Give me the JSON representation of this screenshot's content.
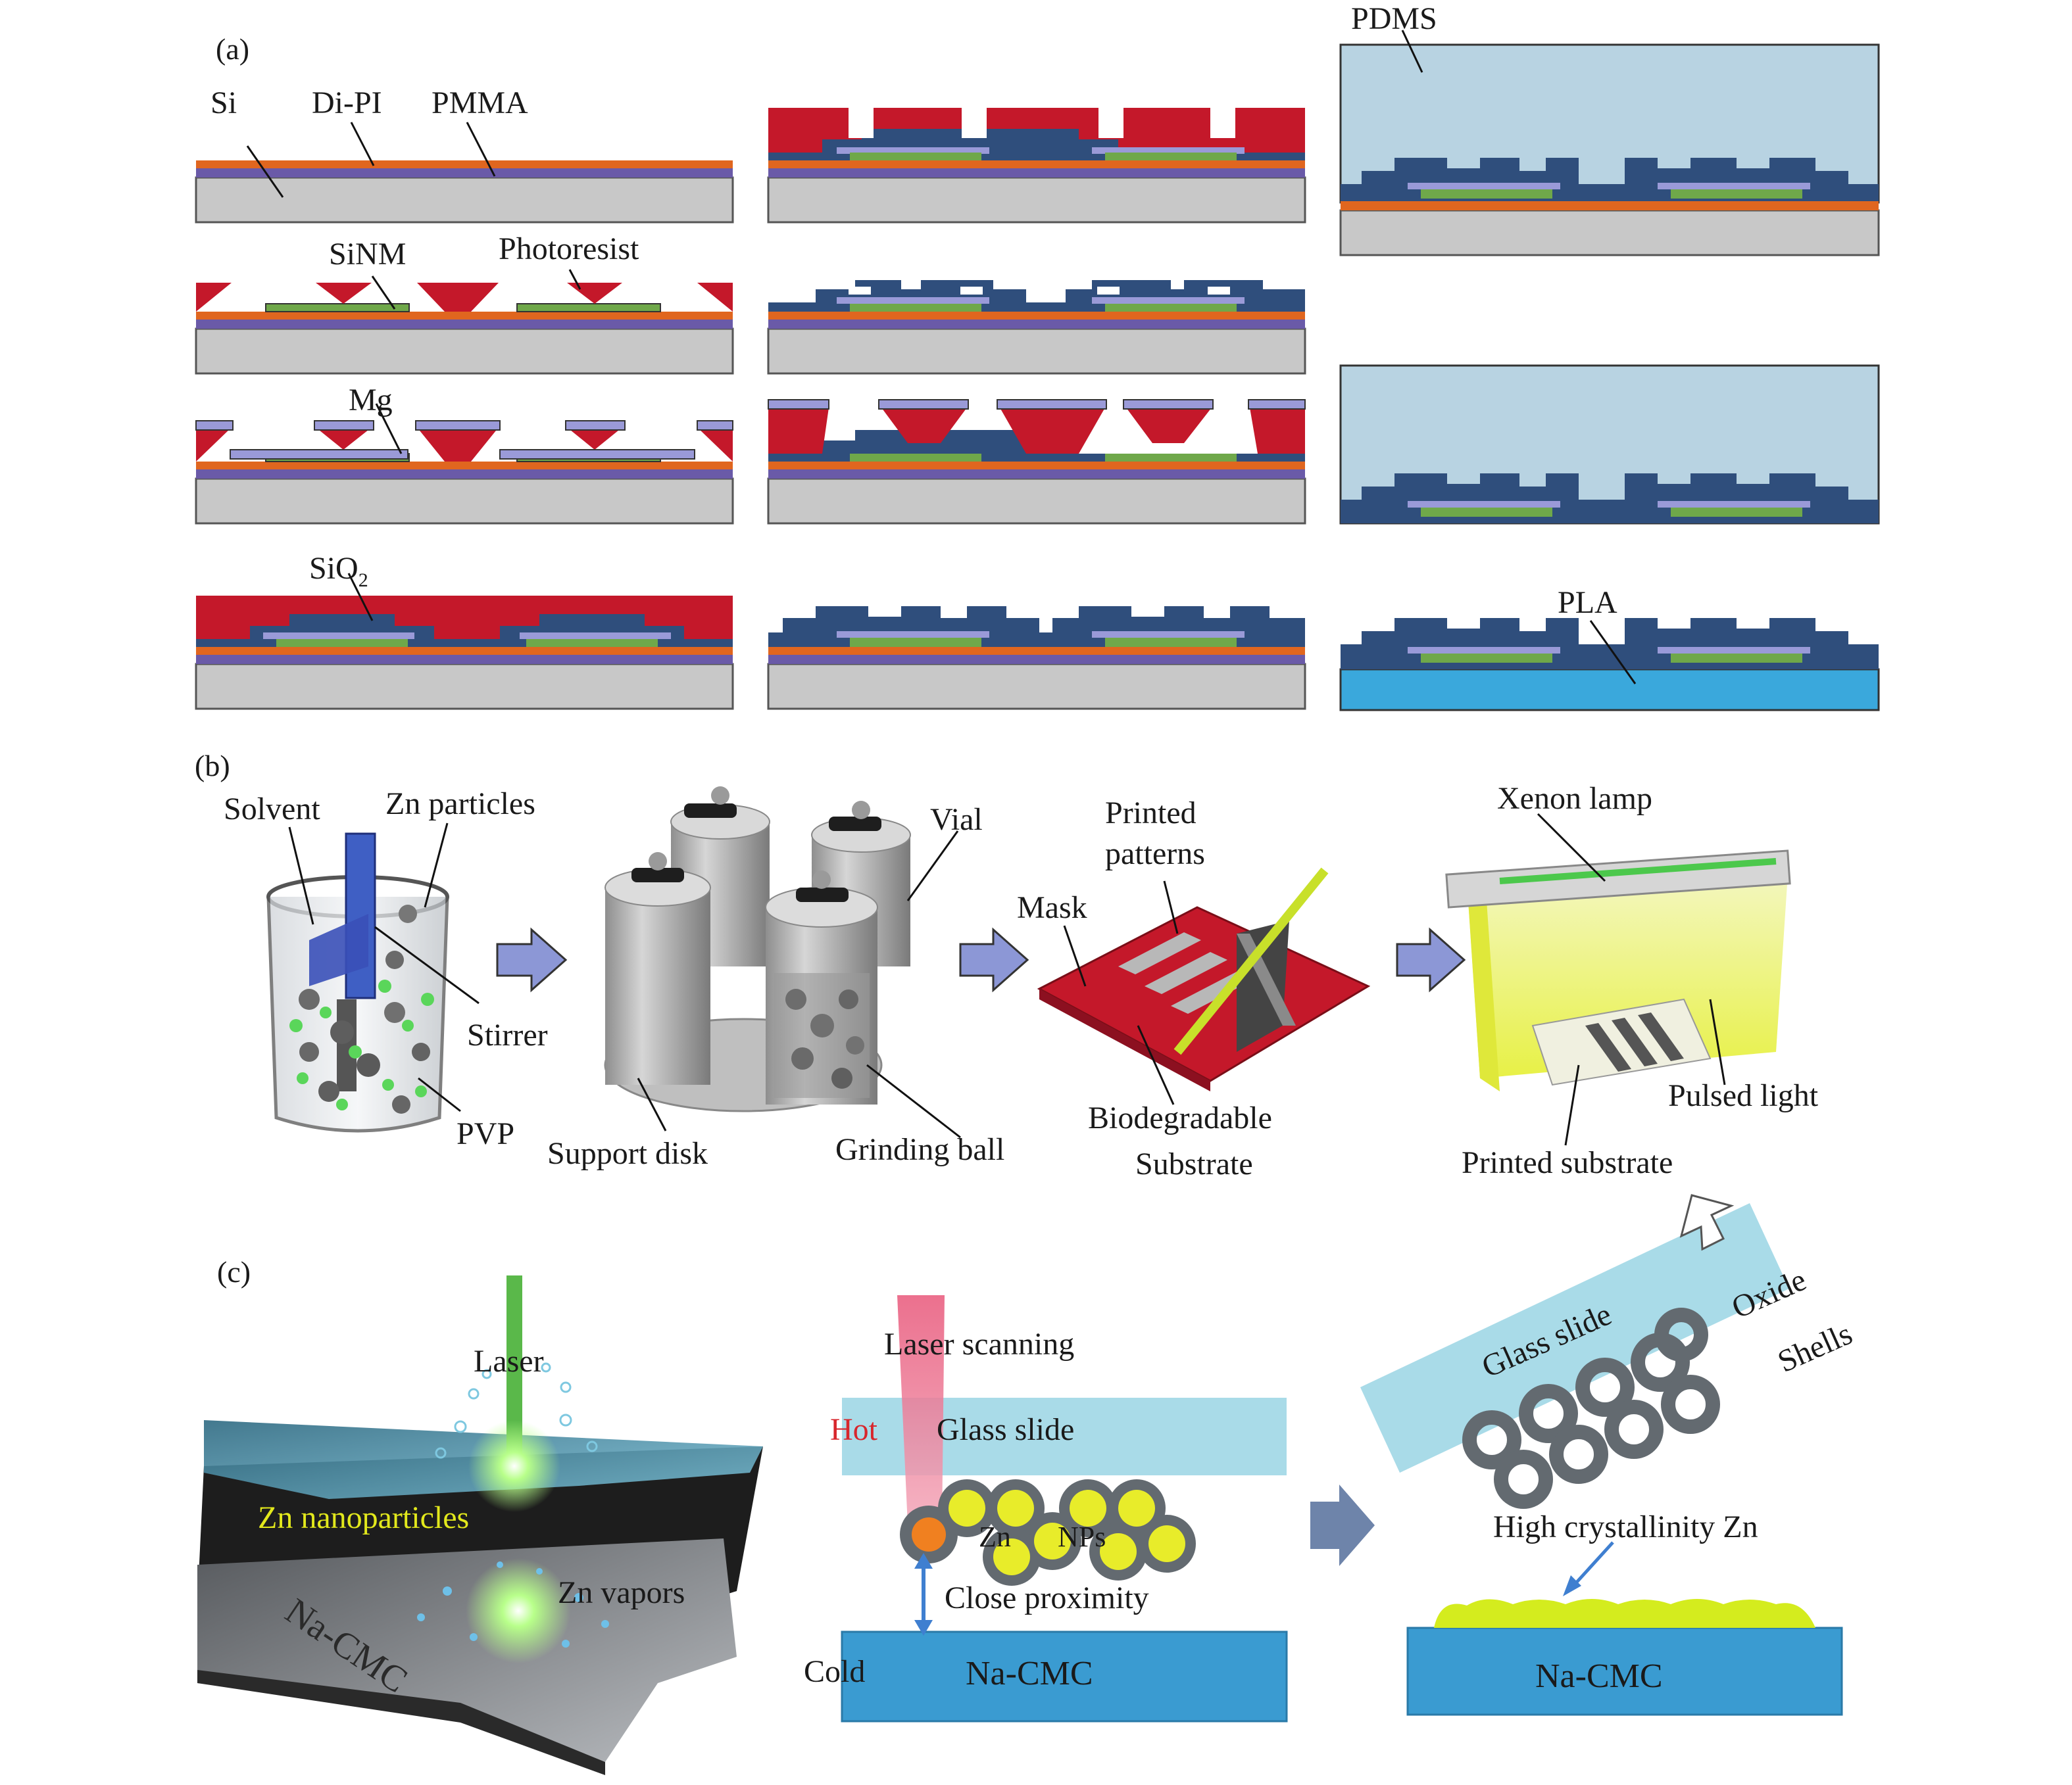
{
  "panel_a": {
    "label": "(a)",
    "callouts": {
      "si": "Si",
      "dipi": "Di-PI",
      "pmma": "PMMA",
      "sinm": "SiNM",
      "photoresist": "Photoresist",
      "mg": "Mg",
      "sio2_base": "SiO",
      "sio2_sub": "2",
      "pdms": "PDMS",
      "pla": "PLA"
    }
  },
  "panel_b": {
    "label": "(b)",
    "callouts": {
      "solvent": "Solvent",
      "zn_particles": "Zn particles",
      "stirrer": "Stirrer",
      "pvp": "PVP",
      "vial": "Vial",
      "support_disk": "Support disk",
      "grinding_ball": "Grinding ball",
      "printed_patterns_1": "Printed",
      "printed_patterns_2": "patterns",
      "mask": "Mask",
      "biodegradable": "Biodegradable",
      "substrate": "Substrate",
      "xenon_lamp": "Xenon lamp",
      "pulsed_light": "Pulsed light",
      "printed_substrate": "Printed substrate"
    }
  },
  "panel_c": {
    "label": "(c)",
    "callouts": {
      "laser": "Laser",
      "zn_nanoparticles": "Zn nanoparticles",
      "zn_vapors": "Zn vapors",
      "na_cmc_left": "Na-CMC",
      "laser_scanning": "Laser scanning",
      "hot": "Hot",
      "glass_slide_mid": "Glass slide",
      "zn": "Zn",
      "nps": "NPs",
      "close_proximity": "Close proximity",
      "cold": "Cold",
      "na_cmc_mid": "Na-CMC",
      "glass_slide_right": "Glass slide",
      "oxide": "Oxide",
      "shells": "Shells",
      "high_crystallinity": "High crystallinity Zn",
      "na_cmc_right": "Na-CMC"
    }
  },
  "colors": {
    "si": "#c8c8c8",
    "dipi": "#6a5aa8",
    "pmma": "#e0661f",
    "resist": "#c4182a",
    "sinm": "#6fa84a",
    "mg": "#9a9ad8",
    "sio2": "#2f4e7c",
    "pdms": "#b8d3e2",
    "pla": "#3aa8dc",
    "arrow": "#8c97d6",
    "glass": "#a9dbe8",
    "nacmc": "#3a9bd1",
    "zn_yellow": "#e8ec2a",
    "hot_red": "#d8262c",
    "pulsed": "#eef55a"
  }
}
